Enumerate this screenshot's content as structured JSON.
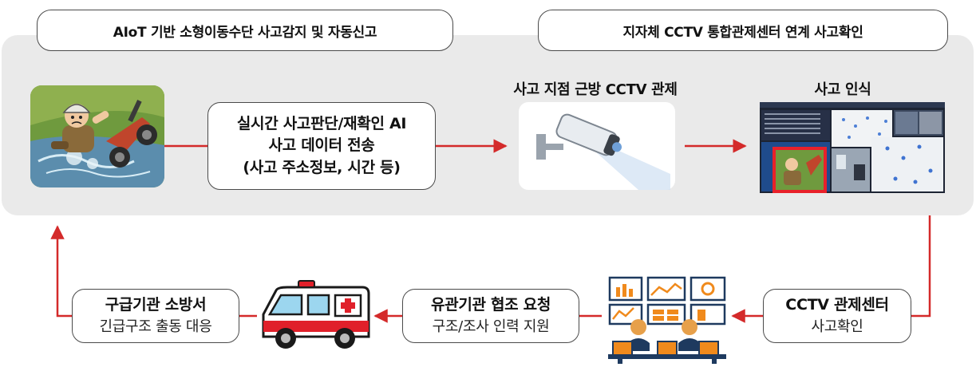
{
  "header": {
    "left_title": "AIoT 기반 소형이동수단 사고감지 및 자동신고",
    "right_title": "지자체 CCTV 통합관제센터 연계 사고확인"
  },
  "flow": {
    "ai_box": {
      "line1": "실시간 사고판단/재확인 AI",
      "line2": "사고 데이터 전송",
      "line3": "(사고 주소정보, 시간 등)"
    },
    "cctv_label": "사고 지점 근방 CCTV 관제",
    "recognition_label": "사고 인식",
    "control_box": {
      "title": "CCTV 관제센터",
      "subtitle": "사고확인"
    },
    "agency_box": {
      "title": "유관기관 협조 요청",
      "subtitle": "구조/조사 인력 지원"
    },
    "rescue_box": {
      "title": "구급기관 소방서",
      "subtitle": "긴급구조 출동 대응"
    }
  },
  "colors": {
    "arrow": "#d42a2a",
    "panel_bg": "#eaeaea",
    "border": "#4a4a4a"
  },
  "icons": {
    "accident": "scooter-accident-illustration-icon",
    "cctv": "cctv-camera-icon",
    "monitor": "monitoring-screen-icon",
    "operators": "control-room-operators-icon",
    "ambulance": "ambulance-icon"
  }
}
